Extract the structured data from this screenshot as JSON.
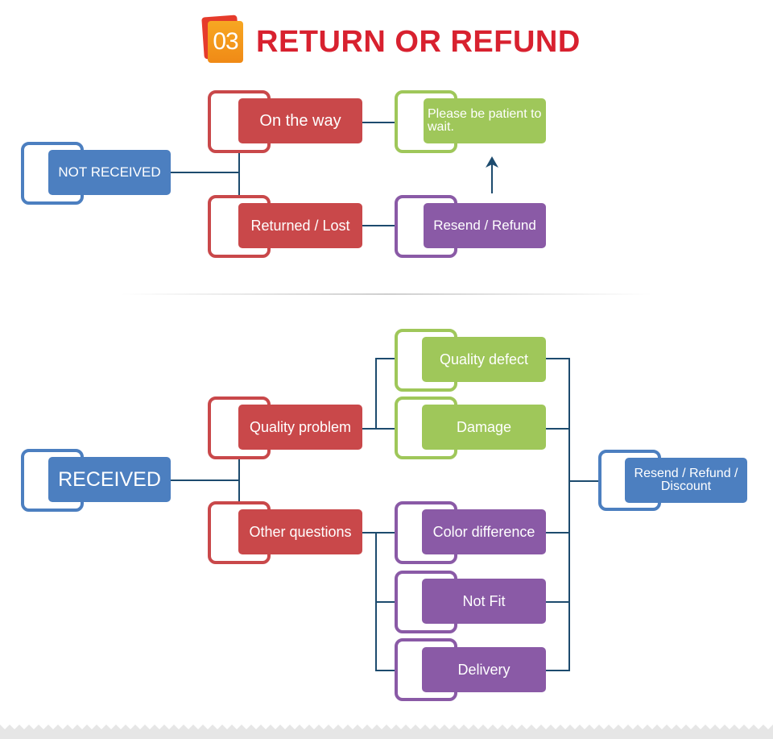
{
  "header": {
    "badge_number": "03",
    "title": "RETURN OR REFUND"
  },
  "not_received": {
    "root": "NOT RECEIVED",
    "on_the_way": "On the way",
    "please_wait": "Please be patient to wait.",
    "returned_lost": "Returned / Lost",
    "resend_refund": "Resend / Refund"
  },
  "received": {
    "root": "RECEIVED",
    "quality_problem": "Quality problem",
    "other_questions": "Other questions",
    "quality_defect": "Quality defect",
    "damage": "Damage",
    "color_difference": "Color difference",
    "not_fit": "Not Fit",
    "delivery": "Delivery",
    "outcome": "Resend / Refund / Discount"
  },
  "colors": {
    "blue": "#4c7fc0",
    "red": "#c9484a",
    "green": "#9fc75a",
    "purple": "#8a5aa6",
    "title": "#d8212f",
    "connector": "#1d4b6e"
  }
}
